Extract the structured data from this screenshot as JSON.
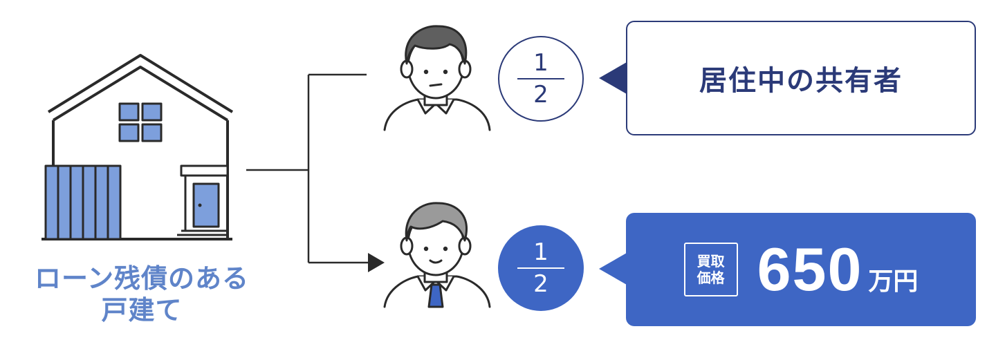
{
  "house": {
    "label_line1": "ローン残債のある",
    "label_line2": "戸建て"
  },
  "owners": [
    {
      "share_numerator": "1",
      "share_denominator": "2",
      "role": "居住中の共有者"
    },
    {
      "share_numerator": "1",
      "share_denominator": "2",
      "badge_line1": "買取",
      "badge_line2": "価格",
      "price": "650",
      "price_unit": "万円"
    }
  ],
  "colors": {
    "accent": "#3e66c4",
    "navy": "#2b3a78",
    "house_blue": "#7d9fdc",
    "label_blue": "#5f84c9"
  }
}
